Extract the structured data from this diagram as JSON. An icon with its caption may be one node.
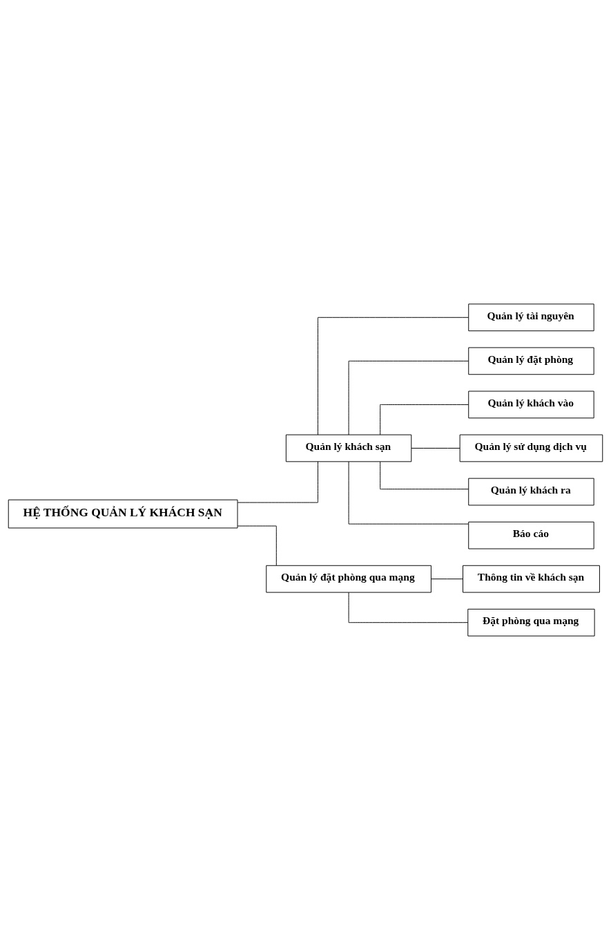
{
  "diagram": {
    "nodes": [
      {
        "text": [
          "HỆ THỐNG QUẢN LÝ KHÁCH SẠN"
        ]
      },
      {
        "text": [
          "Quản lý khách sạn"
        ]
      },
      {
        "text": [
          "Quản lý tài nguyên"
        ]
      },
      {
        "text": [
          "Quản lý đặt phòng"
        ]
      },
      {
        "text": [
          "Quản lý khách vào"
        ]
      },
      {
        "text": [
          "Quản lý sử dụng dịch vụ"
        ]
      },
      {
        "text": [
          "Quản lý khách ra"
        ]
      },
      {
        "text": [
          "Báo cáo"
        ]
      },
      {
        "text": [
          "Quản lý đặt phòng qua mạng"
        ]
      },
      {
        "text": [
          "Thông tin về khách sạn"
        ]
      },
      {
        "text": [
          "Đặt phòng qua mạng"
        ]
      }
    ],
    "edges": [
      {
        "from": 0,
        "to": 1,
        "arrow": "none"
      },
      {
        "from": 1,
        "to": 2,
        "arrow": "none"
      },
      {
        "from": 1,
        "to": 3,
        "arrow": "none"
      },
      {
        "from": 1,
        "to": 4,
        "arrow": "none"
      },
      {
        "from": 1,
        "to": 5,
        "arrow": "none"
      },
      {
        "from": 1,
        "to": 6,
        "arrow": "none"
      },
      {
        "from": 1,
        "to": 7,
        "arrow": "none"
      },
      {
        "from": 0,
        "to": 8,
        "arrow": "none"
      },
      {
        "from": 8,
        "to": 9,
        "arrow": "none"
      },
      {
        "from": 8,
        "to": 10,
        "arrow": "none"
      }
    ]
  }
}
